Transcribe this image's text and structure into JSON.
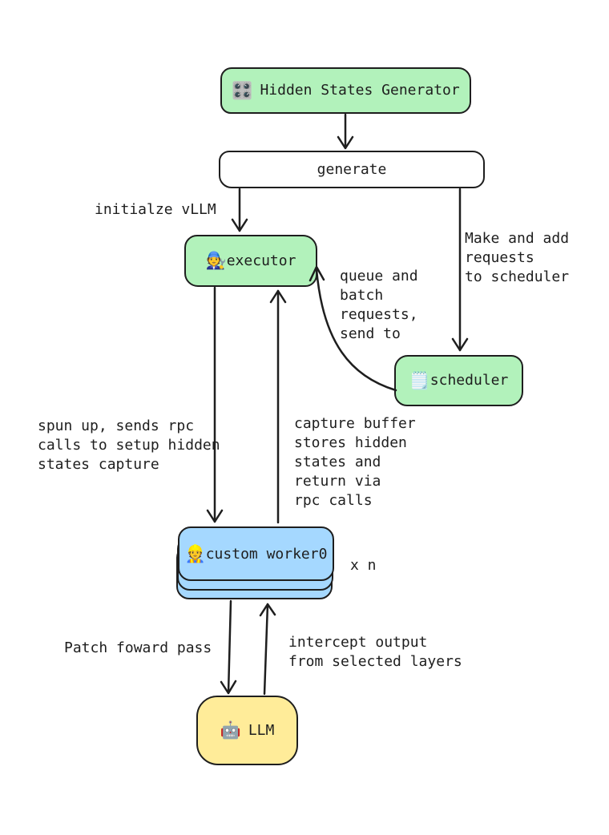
{
  "diagram": {
    "title": "Hidden States Generator flow diagram",
    "colors": {
      "node_green": "#b2f2bb",
      "node_blue": "#a5d8ff",
      "node_yellow": "#ffec99",
      "stroke": "#1e1e1e",
      "background": "#ffffff"
    },
    "nodes": {
      "generator": {
        "icon": "🎛️",
        "label": "Hidden States Generator"
      },
      "generate": {
        "label": "generate"
      },
      "executor": {
        "icon": "🧑‍🔧",
        "label": "executor"
      },
      "scheduler": {
        "icon": "🗒️",
        "label": "scheduler"
      },
      "worker": {
        "icon": "👷",
        "label": "custom worker0",
        "multiplier": "x n"
      },
      "llm": {
        "icon": "🤖",
        "label": "LLM"
      }
    },
    "edge_labels": {
      "initialize": "initialze vLLM",
      "make_requests": "Make and add\nrequests\nto scheduler",
      "queue_batch": "queue and\nbatch\nrequests,\nsend to",
      "spun_up": "spun up, sends rpc\ncalls to setup hidden\nstates capture",
      "capture_buffer": "capture buffer\nstores hidden\nstates and\nreturn via\nrpc calls",
      "patch_forward": "Patch foward pass",
      "intercept": "intercept output\nfrom selected layers"
    }
  }
}
